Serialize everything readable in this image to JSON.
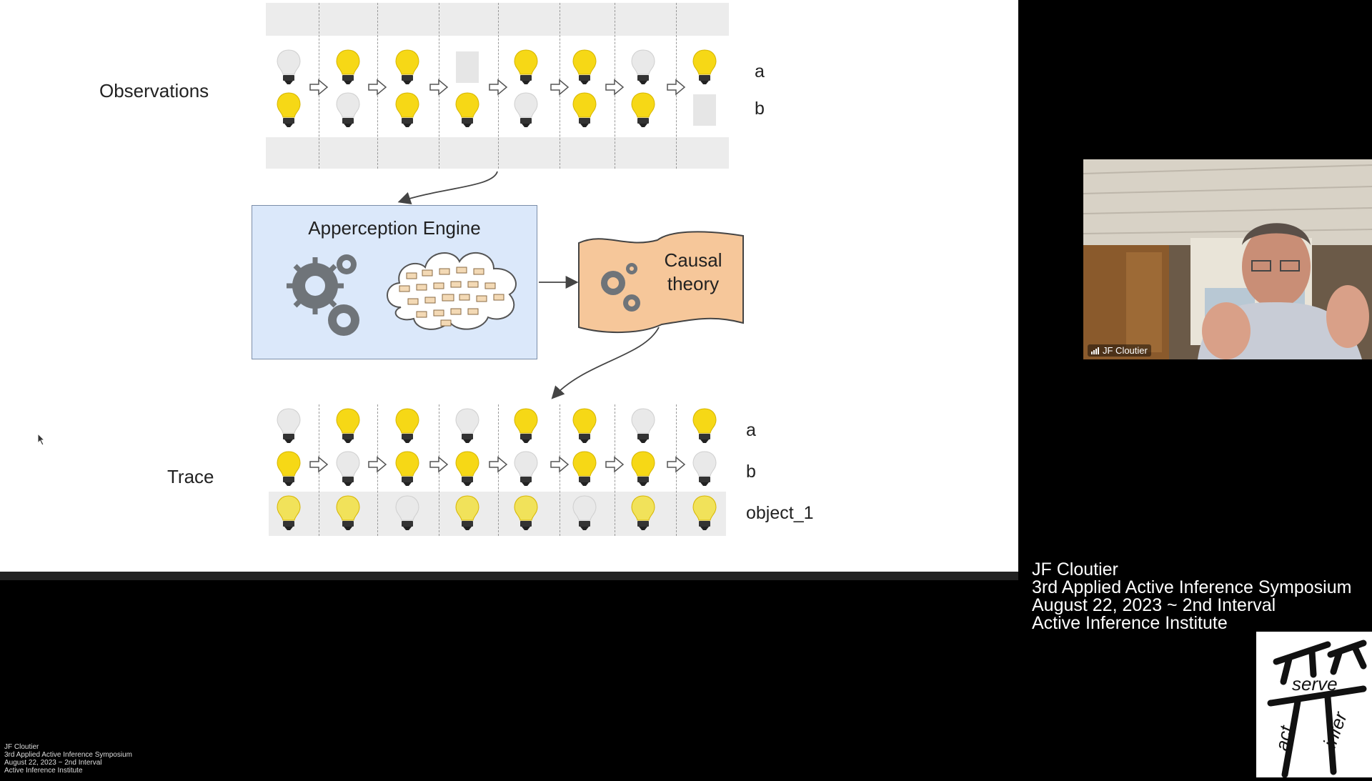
{
  "slide": {
    "observations_label": "Observations",
    "trace_label": "Trace",
    "engine_title": "Apperception Engine",
    "theory_title_line1": "Causal",
    "theory_title_line2": "theory",
    "top_var_labels": [
      "a",
      "b"
    ],
    "bottom_var_labels": [
      "a",
      "b",
      "object_1"
    ],
    "observations": {
      "a": [
        "off",
        "on",
        "on",
        "missing",
        "on",
        "on",
        "off",
        "on"
      ],
      "b": [
        "on",
        "off",
        "on",
        "on",
        "off",
        "on",
        "on",
        "missing"
      ]
    },
    "trace": {
      "a": [
        "off",
        "on",
        "on",
        "off",
        "on",
        "on",
        "off",
        "on"
      ],
      "b": [
        "on",
        "off",
        "on",
        "on",
        "off",
        "on",
        "on",
        "off"
      ],
      "object_1": [
        "on",
        "on",
        "off",
        "on",
        "on",
        "off",
        "on",
        "on"
      ]
    }
  },
  "video": {
    "participant_name": "JF Cloutier"
  },
  "caption": {
    "line1": "JF Cloutier",
    "line2": "3rd Applied Active Inference Symposium",
    "line3": "August 22, 2023 ~ 2nd Interval",
    "line4": "Active Inference Institute"
  },
  "small_caption": {
    "line1": "JF Cloutier",
    "line2": "3rd Applied Active Inference Symposium",
    "line3": "August 22, 2023 ~ 2nd Interval",
    "line4": "Active Inference Institute"
  },
  "logo": {
    "word1": "serve",
    "word2": "act",
    "word3": "infer"
  },
  "colors": {
    "bulb_on": "#f6d816",
    "bulb_off": "#e9e9e9",
    "trace_on": "#f1e25a",
    "engine_bg": "#dbe8fa",
    "theory_bg": "#f6c79a"
  }
}
